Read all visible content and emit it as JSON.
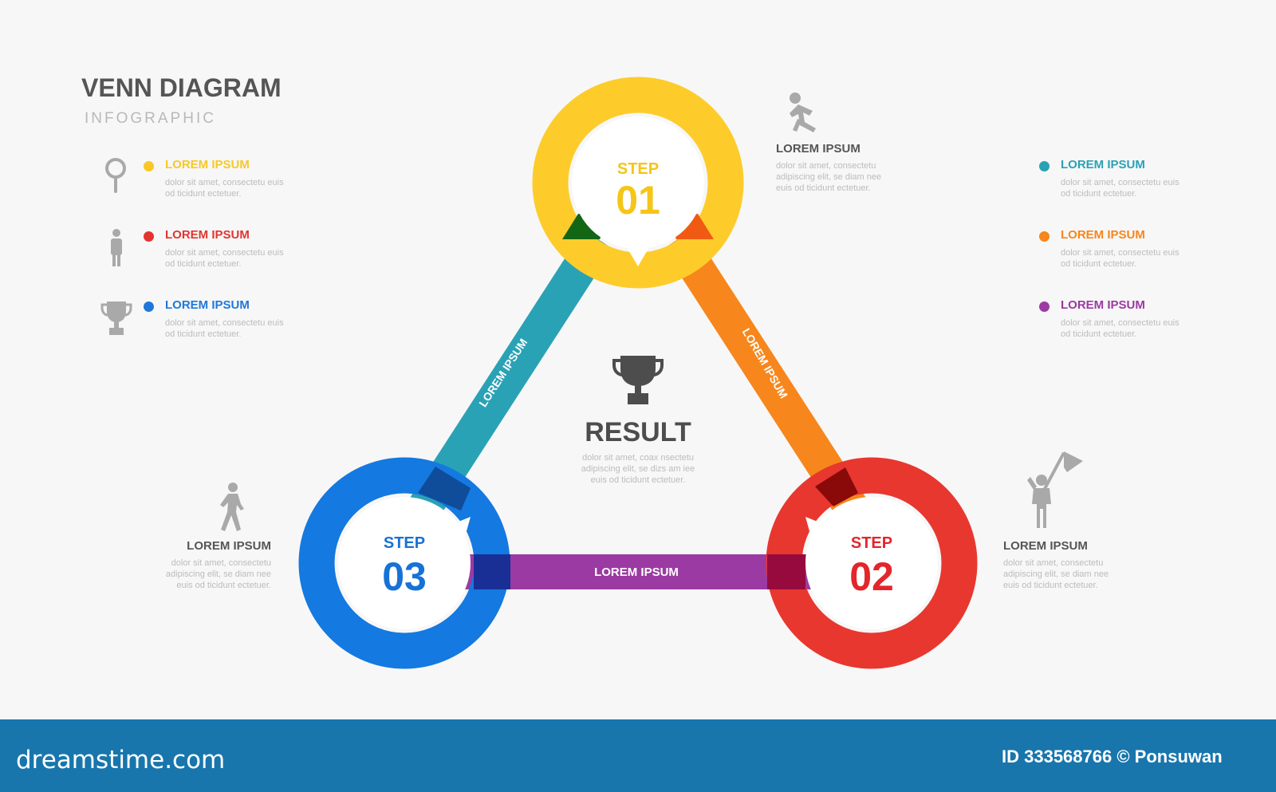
{
  "header": {
    "title": "VENN DIAGRAM",
    "subtitle": "INFOGRAPHIC"
  },
  "legend_left": [
    {
      "label": "LOREM IPSUM",
      "desc": "dolor sit amet, consectetu euis od ticidunt ectetuer.",
      "color": "#f9c825",
      "icon": "magnifier-icon"
    },
    {
      "label": "LOREM IPSUM",
      "desc": "dolor sit amet, consectetu euis od ticidunt ectetuer.",
      "color": "#e3342f",
      "icon": "person-icon"
    },
    {
      "label": "LOREM IPSUM",
      "desc": "dolor sit amet, consectetu euis od ticidunt ectetuer.",
      "color": "#1f78d8",
      "icon": "trophy-icon"
    }
  ],
  "legend_right": [
    {
      "label": "LOREM IPSUM",
      "desc": "dolor sit amet, consectetu euis od ticidunt ectetuer.",
      "color": "#2aa2b5"
    },
    {
      "label": "LOREM IPSUM",
      "desc": "dolor sit amet, consectetu euis od ticidunt ectetuer.",
      "color": "#f7861c"
    },
    {
      "label": "LOREM IPSUM",
      "desc": "dolor sit amet, consectetu euis od ticidunt ectetuer.",
      "color": "#9b3aa3"
    }
  ],
  "notes": {
    "top": {
      "title": "LOREM IPSUM",
      "desc": "dolor sit amet, consectetu adipiscing elit, se diam nee euis od ticidunt ectetuer.",
      "icon": "running-person-icon"
    },
    "left": {
      "title": "LOREM IPSUM",
      "desc": "dolor sit amet, consectetu adipiscing elit, se diam nee euis od ticidunt ectetuer.",
      "icon": "walking-person-icon"
    },
    "right": {
      "title": "LOREM IPSUM",
      "desc": "dolor sit amet, consectetu adipiscing elit, se diam nee euis od ticidunt ectetuer.",
      "icon": "flag-person-icon"
    }
  },
  "steps": [
    {
      "label": "STEP",
      "number": "01",
      "color": "#fdcc2b",
      "text_color": "#f5c518"
    },
    {
      "label": "STEP",
      "number": "02",
      "color": "#e8372f",
      "text_color": "#e3262b"
    },
    {
      "label": "STEP",
      "number": "03",
      "color": "#1479e0",
      "text_color": "#1672d6"
    }
  ],
  "connectors": {
    "left": {
      "label": "LOREM IPSUM",
      "color": "#2aa2b5"
    },
    "right": {
      "label": "LOREM IPSUM",
      "color": "#f7861c"
    },
    "bottom": {
      "label": "LOREM IPSUM",
      "color": "#9b3aa3"
    }
  },
  "center": {
    "title": "RESULT",
    "desc_line1": "dolor sit amet, coax nsectetu",
    "desc_line2": "adipiscing elit, se dizs am iee",
    "desc_line3": "euis od ticidunt ectetuer.",
    "icon": "trophy-icon"
  },
  "footer": {
    "brand": "dreamstime.com",
    "stock_id": "ID 333568766 © Ponsuwan"
  }
}
